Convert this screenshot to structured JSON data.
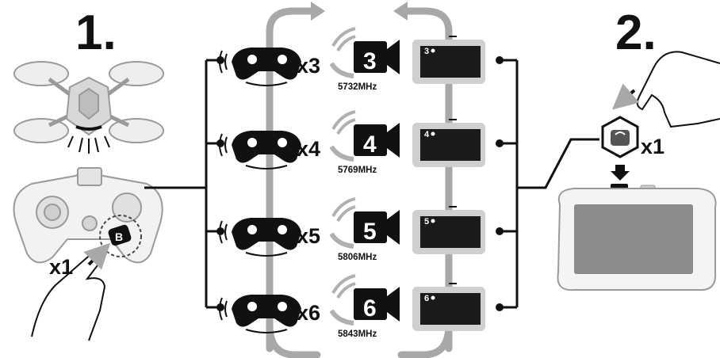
{
  "steps": {
    "step1_label": "1.",
    "step2_label": "2.",
    "remote_press_count": "x1",
    "monitor_press_count": "x1",
    "remote_button_letter": "B"
  },
  "rows": [
    {
      "press_count": "x3",
      "channel": "3",
      "frequency": "5732MHz",
      "screen_label": "3"
    },
    {
      "press_count": "x4",
      "channel": "4",
      "frequency": "5769MHz",
      "screen_label": "4"
    },
    {
      "press_count": "x5",
      "channel": "5",
      "frequency": "5806MHz",
      "screen_label": "5"
    },
    {
      "press_count": "x6",
      "channel": "6",
      "frequency": "5843MHz",
      "screen_label": "6"
    }
  ],
  "icons": {
    "drone": "drone-icon",
    "remote": "remote-controller-icon",
    "hand": "hand-pointer-icon",
    "controller_rumble": "controller-vibrate-icon",
    "camera_signal": "camera-signal-icon",
    "monitor": "monitor-screen-icon",
    "cycle_arrow": "cycle-arrow-icon"
  },
  "colors": {
    "ink": "#111111",
    "light_grey": "#cfcfcf",
    "outline_grey": "#9a9a9a",
    "screen_dark": "#1a1a1a"
  }
}
